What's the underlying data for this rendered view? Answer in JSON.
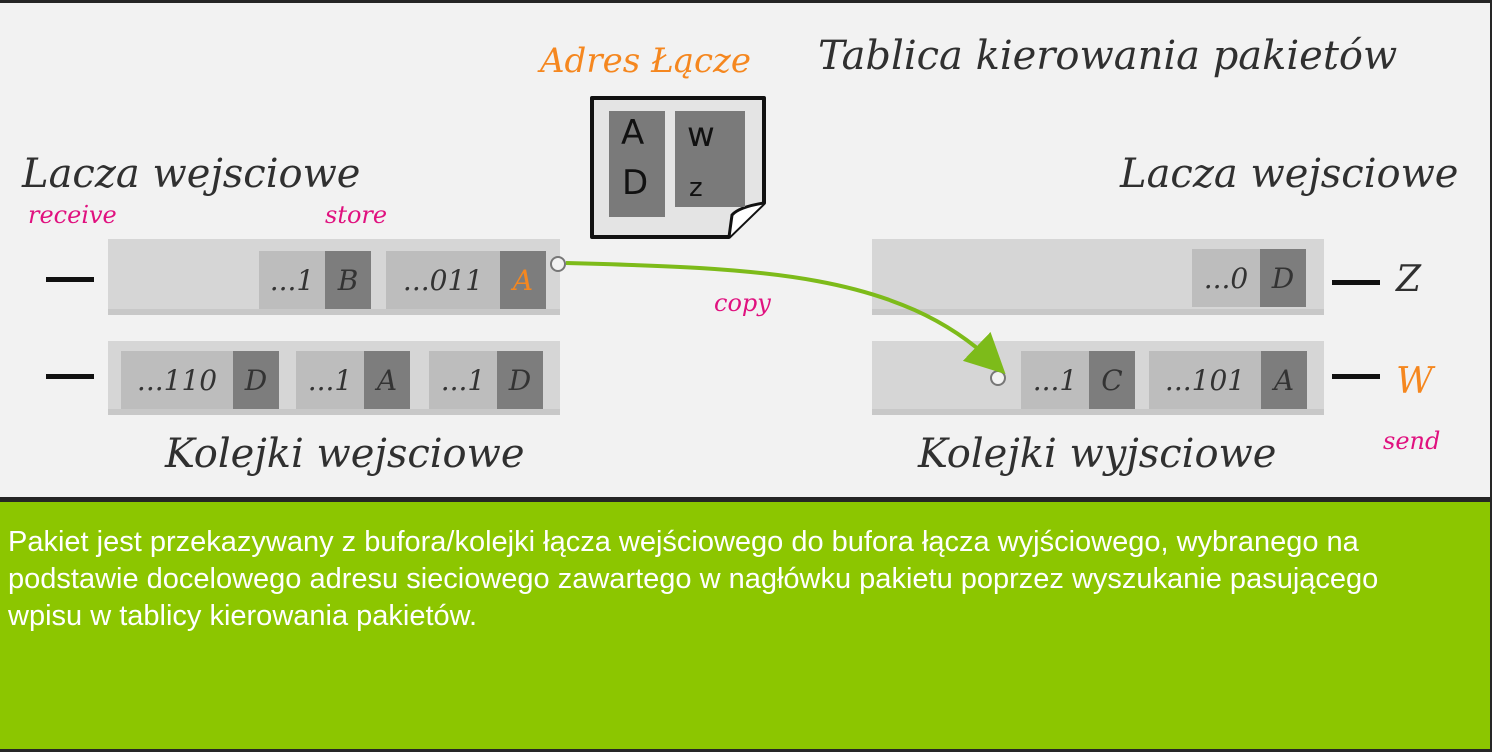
{
  "diagram": {
    "title": "Tablica kierowania pakietów",
    "table_header": "Adres Łącze",
    "table_rows": [
      {
        "address": "A",
        "link": "w"
      },
      {
        "address": "D",
        "link": "z"
      }
    ],
    "left_links_label": "Lacza wejsciowe",
    "right_links_label": "Lacza wejsciowe",
    "receive_label": "receive",
    "store_label": "store",
    "copy_label": "copy",
    "send_label": "send",
    "input_queues_label": "Kolejki wejsciowe",
    "output_queues_label": "Kolejki wyjsciowe",
    "input_queue_1": [
      {
        "addr": "...1",
        "link": "B"
      },
      {
        "addr": "...011",
        "link": "A"
      }
    ],
    "input_queue_2": [
      {
        "addr": "...110",
        "link": "D"
      },
      {
        "addr": "...1",
        "link": "A"
      },
      {
        "addr": "...1",
        "link": "D"
      }
    ],
    "output_queue_z": [
      {
        "addr": "...0",
        "link": "D"
      }
    ],
    "output_queue_w": [
      {
        "addr": "...1",
        "link": "C"
      },
      {
        "addr": "...101",
        "link": "A"
      }
    ],
    "output_link_z": "Z",
    "output_link_w": "W",
    "colors": {
      "highlight": "#f5871f",
      "annotation": "#e0117f",
      "arrow": "#7dbb1a",
      "panel": "#8cc600"
    }
  },
  "caption": "Pakiet jest przekazywany z bufora/kolejki łącza wejściowego do bufora łącza wyjściowego, wybranego na podstawie docelowego adresu sieciowego zawartego w nagłówku pakietu poprzez wyszukanie pasującego wpisu w tablicy kierowania pakietów."
}
